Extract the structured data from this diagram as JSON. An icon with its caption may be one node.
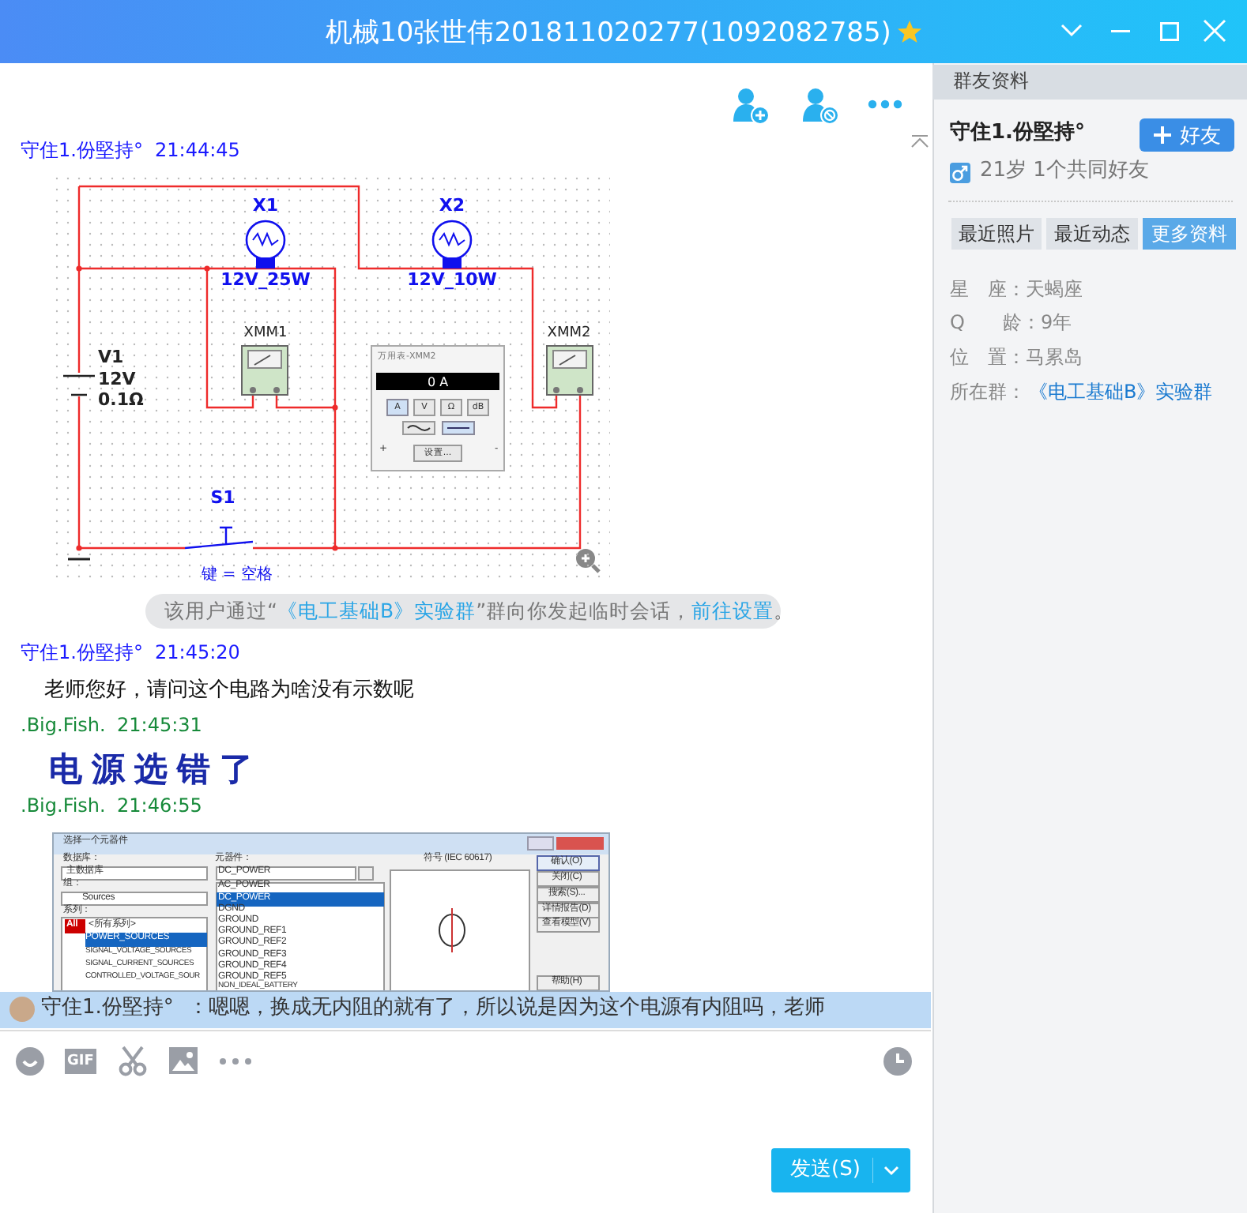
{
  "diagram": {
    "title": "机械10张世伟201811020277(1092082785)",
    "labels": [
      "群友资料",
      "守住1.份堅持°",
      "好友",
      "21岁 1个共同好友",
      "最近照片",
      "最近动态",
      "更多资料",
      "星　座：天蝎座",
      "Q　　龄：9年",
      "位　置：马累岛",
      "所在群：",
      "《电工基础B》实验群",
      "守住1.份堅持°",
      "21:44:45",
      "X1",
      "12V_25W",
      "X2",
      "12V_10W",
      "XMM1",
      "XMM2",
      "V1",
      "12V",
      "0.1Ω",
      "S1",
      "键 = 空格",
      "万用表-XMM2",
      "0 A",
      "A",
      "V",
      "Ω",
      "dB",
      "+",
      "设置...",
      "-",
      "该用户通过“",
      "《电工基础B》实验群",
      "”群向你发起临时会话，",
      "前往设置",
      "。",
      "守住1.份堅持°",
      "21:45:20",
      "老师您好，请问这个电路为啥没有示数呢",
      ".Big.Fish.",
      "21:45:31",
      "电源选错了",
      ".Big.Fish.",
      "21:46:55",
      "选择一个元器件",
      "数据库：",
      "主数据库",
      "组：",
      "Sources",
      "系列：",
      "All",
      "<所有系列>",
      "POWER_SOURCES",
      "SIGNAL_VOLTAGE_SOURCES",
      "SIGNAL_CURRENT_SOURCES",
      "CONTROLLED_VOLTAGE_SOUR",
      "元器件：",
      "DC_POWER",
      "AC_POWER",
      "DC_POWER",
      "DGND",
      "GROUND",
      "GROUND_REF1",
      "GROUND_REF2",
      "GROUND_REF3",
      "GROUND_REF4",
      "GROUND_REF5",
      "NON_IDEAL_BATTERY",
      "符号 (IEC 60617)",
      "确认(O)",
      "关闭(C)",
      "搜索(S)...",
      "详情报告(D)",
      "查看模型(V)",
      "帮助(H)",
      "守住1.份堅持°",
      "：嗯嗯，换成无内阻的就有了，所以说是因为这个电源有内阻吗，老师",
      "GIF",
      "发送(S)"
    ]
  }
}
